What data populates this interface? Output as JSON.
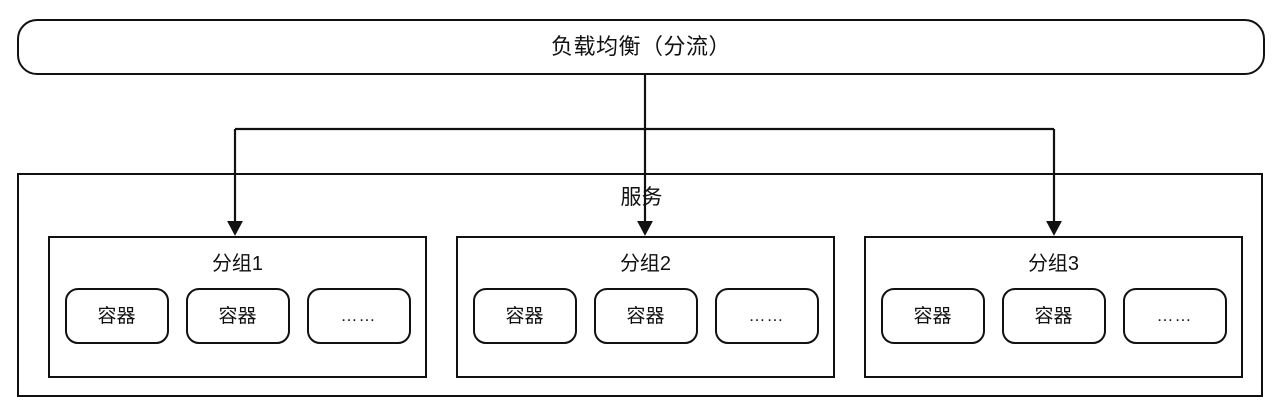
{
  "diagram": {
    "title": "负载均衡（分流）",
    "load_balancer": {
      "label": "负载均衡（分流）"
    },
    "service": {
      "label": "服务",
      "groups": [
        {
          "label": "分组1",
          "containers": [
            {
              "label": "容器",
              "kind": "container"
            },
            {
              "label": "容器",
              "kind": "container"
            },
            {
              "label": "……",
              "kind": "ellipsis"
            }
          ]
        },
        {
          "label": "分组2",
          "containers": [
            {
              "label": "容器",
              "kind": "container"
            },
            {
              "label": "容器",
              "kind": "container"
            },
            {
              "label": "……",
              "kind": "ellipsis"
            }
          ]
        },
        {
          "label": "分组3",
          "containers": [
            {
              "label": "容器",
              "kind": "container"
            },
            {
              "label": "容器",
              "kind": "container"
            },
            {
              "label": "……",
              "kind": "ellipsis"
            }
          ]
        }
      ]
    },
    "colors": {
      "stroke": "#111111",
      "background": "#ffffff",
      "text": "#111111"
    }
  }
}
